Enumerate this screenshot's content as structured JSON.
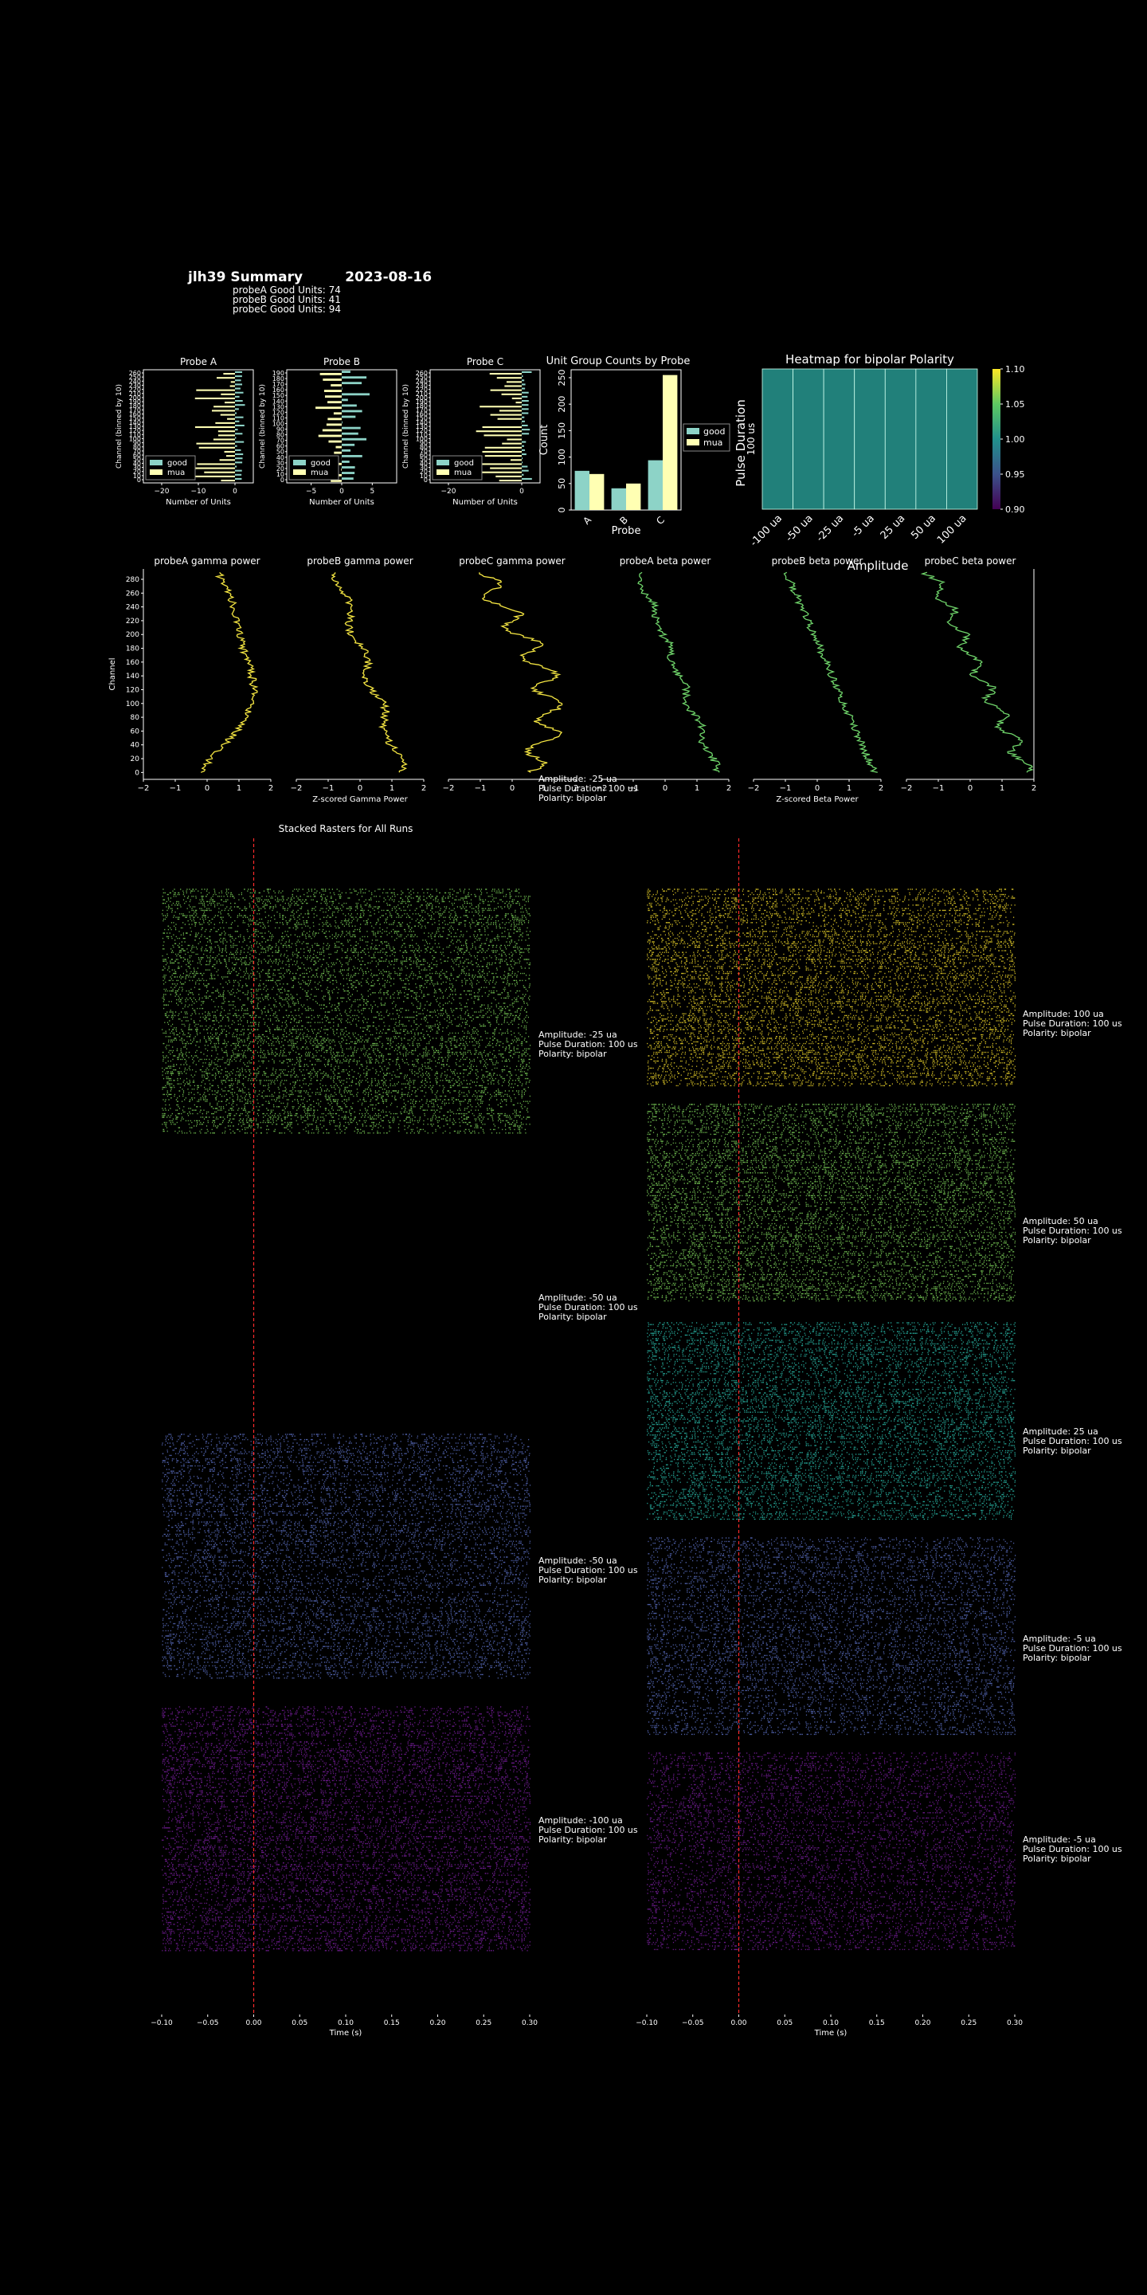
{
  "header": {
    "title": "jlh39 Summary         2023-08-16",
    "good_units": [
      "probeA Good Units: 74",
      "probeB Good Units: 41",
      "probeC Good Units: 94"
    ]
  },
  "colors": {
    "good": "#8dd3c7",
    "mua": "#ffffb3",
    "gamma": "#f5e642",
    "beta": "#6fd46a",
    "heat": "#21807a",
    "green": "#7ed45a",
    "teal": "#29b8a8",
    "blue": "#5a6fc2",
    "purple": "#7a1fa0",
    "yellow": "#f0d72a",
    "stim": "#ff2a2a"
  },
  "unit_hists": {
    "x_label": "Number of Units",
    "y_label": "Channel (binned by 10)",
    "legend": [
      "good",
      "mua"
    ],
    "panels": [
      {
        "title": "Probe A",
        "xticks": [
          "−20",
          "−10",
          "0"
        ],
        "yticks": [
          "0",
          "10",
          "20",
          "30",
          "40",
          "50",
          "60",
          "70",
          "80",
          "90",
          "100",
          "110",
          "120",
          "130",
          "140",
          "150",
          "160",
          "170",
          "180",
          "190",
          "200",
          "210",
          "220",
          "230",
          "240",
          "250",
          "260"
        ]
      },
      {
        "title": "Probe B",
        "xticks": [
          "−5",
          "0",
          "5"
        ],
        "yticks": [
          "0",
          "10",
          "20",
          "30",
          "40",
          "50",
          "60",
          "70",
          "80",
          "90",
          "100",
          "110",
          "120",
          "130",
          "140",
          "150",
          "160",
          "170",
          "180",
          "190"
        ]
      },
      {
        "title": "Probe C",
        "xticks": [
          "−20",
          "0"
        ],
        "yticks": [
          "0",
          "10",
          "20",
          "30",
          "40",
          "50",
          "60",
          "70",
          "80",
          "90",
          "100",
          "110",
          "120",
          "130",
          "140",
          "150",
          "160",
          "170",
          "180",
          "190",
          "200",
          "210",
          "220",
          "230",
          "240",
          "250",
          "260"
        ]
      }
    ]
  },
  "chart_data": [
    {
      "type": "bar",
      "title": "Unit Group Counts by Probe",
      "xlabel": "Probe",
      "ylabel": "Count",
      "categories": [
        "A",
        "B",
        "C"
      ],
      "series": [
        {
          "name": "good",
          "values": [
            74,
            41,
            94
          ]
        },
        {
          "name": "mua",
          "values": [
            68,
            50,
            255
          ]
        }
      ],
      "ylim": [
        0,
        265
      ],
      "yticks": [
        "0",
        "50",
        "100",
        "150",
        "200",
        "250"
      ],
      "legend": "right"
    },
    {
      "type": "heatmap",
      "title": "Heatmap for bipolar Polarity",
      "xlabel": "Amplitude",
      "ylabel": "Pulse Duration",
      "x": [
        "-100 ua",
        "-50 ua",
        "-25 ua",
        "-5 ua",
        "25 ua",
        "50 ua",
        "100 ua"
      ],
      "y": [
        "100 us"
      ],
      "values": [
        [
          1.0,
          1.0,
          1.0,
          1.0,
          1.0,
          1.0,
          1.0
        ]
      ],
      "colorbar_ticks": [
        "1.10",
        "1.05",
        "1.00",
        "0.95",
        "0.90"
      ],
      "zlim": [
        0.9,
        1.1
      ]
    },
    {
      "type": "line",
      "panels": [
        {
          "title": "probeA gamma power"
        },
        {
          "title": "probeB gamma power"
        },
        {
          "title": "probeC gamma power"
        },
        {
          "title": "probeA beta power"
        },
        {
          "title": "probeB beta power"
        },
        {
          "title": "probeC beta power"
        }
      ],
      "ylabel": "Channel",
      "yticks": [
        "0",
        "20",
        "40",
        "60",
        "80",
        "100",
        "120",
        "140",
        "160",
        "180",
        "200",
        "220",
        "240",
        "260",
        "280"
      ],
      "xticks": [
        "−2",
        "−1",
        "0",
        "1",
        "2"
      ],
      "xlabel_gamma": "Z-scored Gamma Power",
      "xlabel_beta": "Z-scored Beta Power",
      "xlim": [
        -2,
        2
      ],
      "ylim": [
        -10,
        295
      ]
    },
    {
      "type": "scatter",
      "title": "Stacked Rasters for All Runs",
      "xlabel": "Time (s)",
      "xlim": [
        -0.1,
        0.3
      ],
      "xticks": [
        "−0.10",
        "−0.05",
        "0.00",
        "0.05",
        "0.10",
        "0.15",
        "0.20",
        "0.25",
        "0.30"
      ],
      "stim_time": 0.0
    }
  ],
  "mid_annotation": [
    "Amplitude: -25 ua",
    "Pulse Duration: 100 us",
    "Polarity: bipolar"
  ],
  "raster_left": [
    {
      "lines": [
        "Amplitude: -25 ua",
        "Pulse Duration: 100 us",
        "Polarity: bipolar"
      ],
      "color": "green"
    },
    {
      "lines": [
        "Amplitude: -50 ua",
        "Pulse Duration: 100 us",
        "Polarity: bipolar"
      ],
      "color": ""
    },
    {
      "lines": [
        "Amplitude: -50 ua",
        "Pulse Duration: 100 us",
        "Polarity: bipolar"
      ],
      "color": "blue"
    },
    {
      "lines": [
        "Amplitude: -100 ua",
        "Pulse Duration: 100 us",
        "Polarity: bipolar"
      ],
      "color": "purple"
    }
  ],
  "raster_right": [
    {
      "lines": [
        "Amplitude: 100 ua",
        "Pulse Duration: 100 us",
        "Polarity: bipolar"
      ],
      "color": "yellow"
    },
    {
      "lines": [
        "Amplitude: 50 ua",
        "Pulse Duration: 100 us",
        "Polarity: bipolar"
      ],
      "color": "green"
    },
    {
      "lines": [
        "Amplitude: 25 ua",
        "Pulse Duration: 100 us",
        "Polarity: bipolar"
      ],
      "color": "teal"
    },
    {
      "lines": [
        "Amplitude: -5 ua",
        "Pulse Duration: 100 us",
        "Polarity: bipolar"
      ],
      "color": "blue"
    },
    {
      "lines": [
        "Amplitude: -5 ua",
        "Pulse Duration: 100 us",
        "Polarity: bipolar"
      ],
      "color": "purple"
    }
  ]
}
